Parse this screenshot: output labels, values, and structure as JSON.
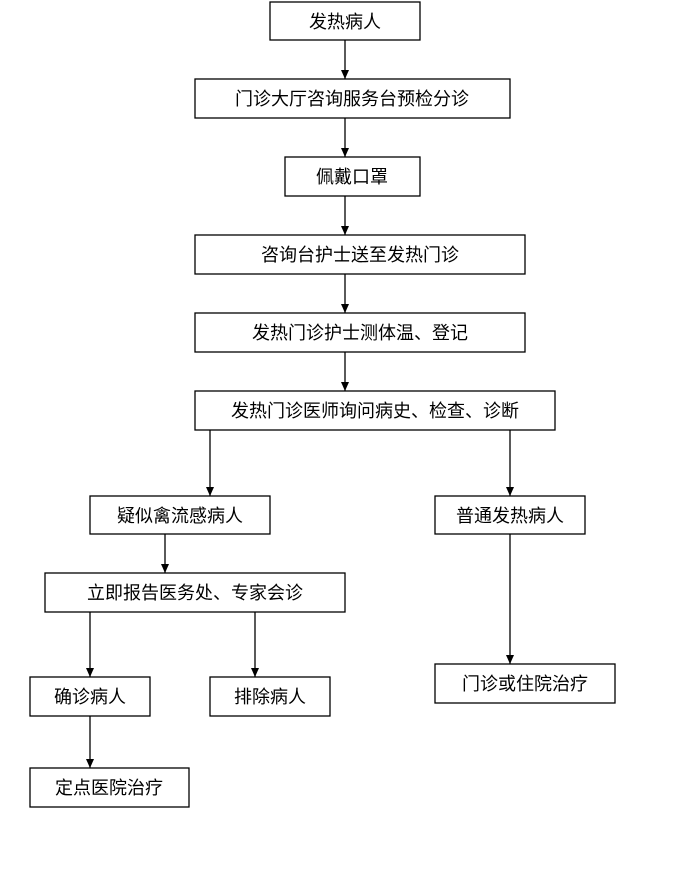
{
  "flowchart": {
    "nodes": {
      "fever_patient": "发热病人",
      "triage": "门诊大厅咨询服务台预检分诊",
      "mask": "佩戴口罩",
      "escort": "咨询台护士送至发热门诊",
      "temperature": "发热门诊护士测体温、登记",
      "diagnosis": "发热门诊医师询问病史、检查、诊断",
      "suspected": "疑似禽流感病人",
      "ordinary": "普通发热病人",
      "report": "立即报告医务处、专家会诊",
      "confirmed": "确诊病人",
      "excluded": "排除病人",
      "outpatient_treatment": "门诊或住院治疗",
      "designated_hospital": "定点医院治疗"
    }
  }
}
